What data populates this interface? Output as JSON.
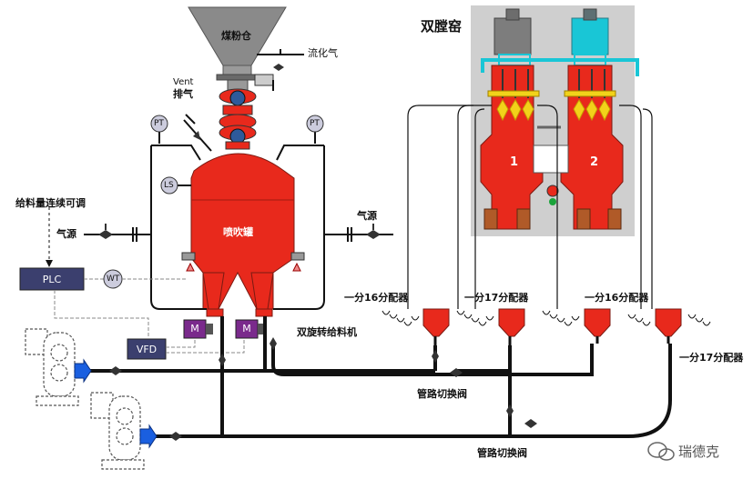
{
  "labels": {
    "coal_bin": "煤粉仓",
    "fluidizing_air": "流化气",
    "vent_en": "Vent",
    "vent_cn": "排气",
    "pt_left": "PT",
    "pt_right": "PT",
    "ls": "LS",
    "feed_control": "给料量连续可调",
    "air_source_left": "气源",
    "air_source_right": "气源",
    "tank": "喷吹罐",
    "plc": "PLC",
    "wt": "WT",
    "vfd": "VFD",
    "motor_left": "M",
    "motor_right": "M",
    "double_rotary_feeder": "双旋转给料机",
    "kiln": "双膛窑",
    "shaft_1": "1",
    "shaft_2": "2",
    "splitter_1": "一分16分配器",
    "splitter_2": "一分17分配器",
    "splitter_3": "一分16分配器",
    "splitter_4": "一分17分配器",
    "switch_valve_upper": "管路切换阀",
    "switch_valve_lower": "管路切换阀",
    "watermark": "瑞德克"
  },
  "colors": {
    "vessel_red": "#e8291c",
    "hopper_grey": "#8a8a8a",
    "plc_box": "#3b3f6e",
    "motor_purple": "#7a2a8c",
    "pipe": "#111111",
    "cyan": "#19c6d6",
    "kiln_bg": "#cfcfcf",
    "arrow_blue": "#1a5fe0",
    "yellow": "#f2d21a"
  }
}
